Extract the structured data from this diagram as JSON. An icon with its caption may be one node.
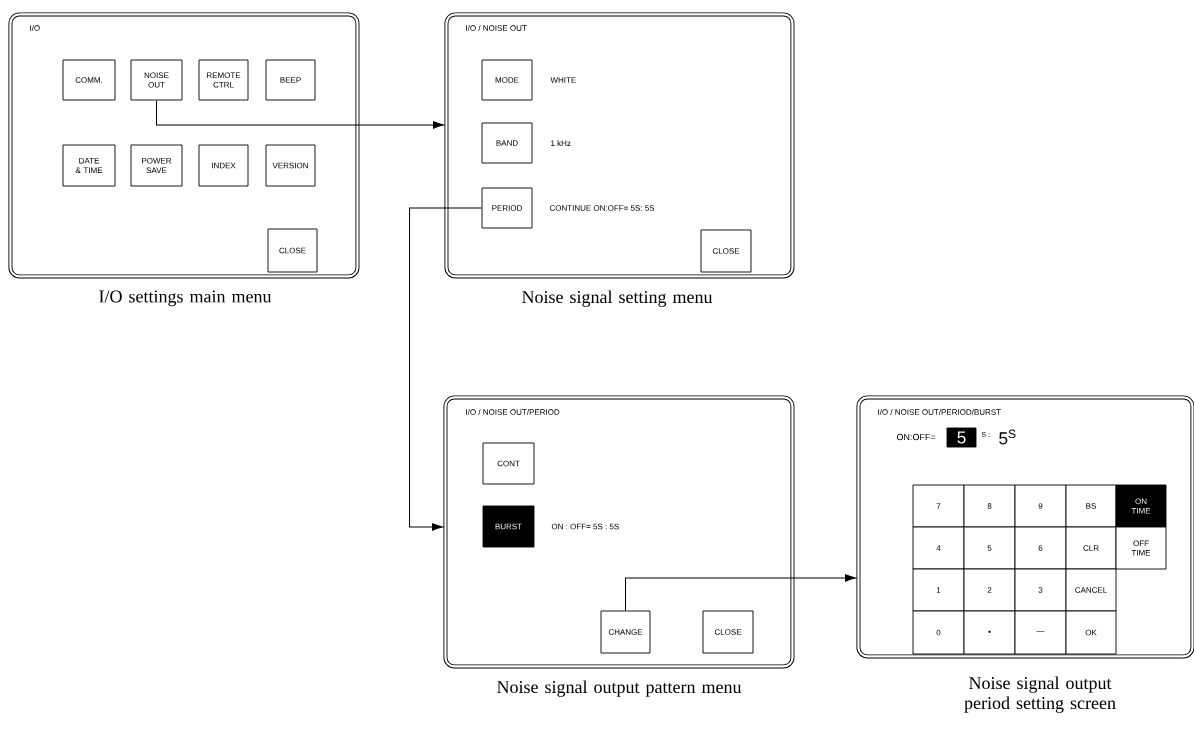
{
  "diagram": {
    "nodes": [
      {
        "text": [
          "I/O"
        ],
        "beside": [
          "I/O settings main menu"
        ]
      },
      {
        "text": [
          "COMM."
        ],
        "in": 0
      },
      {
        "text": [
          "NOISE OUT"
        ],
        "in": 0
      },
      {
        "text": [
          "REMOTE CTRL"
        ],
        "in": 0
      },
      {
        "text": [
          "BEEP"
        ],
        "in": 0
      },
      {
        "text": [
          "DATE & TIME"
        ],
        "in": 0
      },
      {
        "text": [
          "POWER SAVE"
        ],
        "in": 0
      },
      {
        "text": [
          "INDEX"
        ],
        "in": 0
      },
      {
        "text": [
          "VERSION"
        ],
        "in": 0
      },
      {
        "text": [
          "CLOSE"
        ],
        "in": 0
      },
      {
        "text": [
          "I/O / NOISE OUT"
        ],
        "beside": [
          "Noise signal setting menu"
        ]
      },
      {
        "text": [
          "MODE"
        ],
        "in": 10,
        "beside": [
          "WHITE"
        ]
      },
      {
        "text": [
          "BAND"
        ],
        "in": 10,
        "beside": [
          "1 kHz"
        ]
      },
      {
        "text": [
          "PERIOD"
        ],
        "in": 10,
        "beside": [
          "CONTINUE  ON:OFF= 5S: 5S"
        ]
      },
      {
        "text": [
          "CLOSE"
        ],
        "in": 10
      },
      {
        "text": [
          "I/O / NOISE OUT/PERIOD"
        ],
        "beside": [
          "Noise signal output pattern menu"
        ]
      },
      {
        "text": [
          "CONT"
        ],
        "in": 15
      },
      {
        "text": [
          "BURST"
        ],
        "in": 15,
        "beside": [
          "ON : OFF= 5S : 5S"
        ]
      },
      {
        "text": [
          "CHANGE"
        ],
        "in": 15
      },
      {
        "text": [
          "CLOSE"
        ],
        "in": 15
      },
      {
        "text": [
          "I/O / NOISE OUT/PERIOD/BURST"
        ],
        "beside": [
          "Noise signal output period setting screen"
        ]
      },
      {
        "text": [
          "5"
        ],
        "in": 20,
        "beside": [
          "S :"
        ]
      },
      {
        "text": [
          "7"
        ],
        "in": 20
      },
      {
        "text": [
          "8"
        ],
        "in": 20
      },
      {
        "text": [
          "9"
        ],
        "in": 20
      },
      {
        "text": [
          "BS"
        ],
        "in": 20
      },
      {
        "text": [
          "ON TIME"
        ],
        "in": 20
      },
      {
        "text": [
          "4"
        ],
        "in": 20
      },
      {
        "text": [
          "5"
        ],
        "in": 20
      },
      {
        "text": [
          "6"
        ],
        "in": 20
      },
      {
        "text": [
          "CLR"
        ],
        "in": 20
      },
      {
        "text": [
          "OFF TIME"
        ],
        "in": 20
      },
      {
        "text": [
          "1"
        ],
        "in": 20
      },
      {
        "text": [
          "2"
        ],
        "in": 20
      },
      {
        "text": [
          "3"
        ],
        "in": 20
      },
      {
        "text": [
          "CANCEL"
        ],
        "in": 20
      },
      {
        "text": [
          "0"
        ],
        "in": 20
      },
      {
        "text": [
          "▪"
        ],
        "in": 20
      },
      {
        "text": [
          "—"
        ],
        "in": 20
      },
      {
        "text": [
          "OK"
        ],
        "in": 20
      }
    ],
    "edges": [
      {
        "from": 2,
        "to": 10,
        "arrow": "to"
      },
      {
        "from": 13,
        "to": 15,
        "arrow": "to"
      },
      {
        "from": 18,
        "to": 20,
        "arrow": "to"
      }
    ],
    "labels": [
      "ON:OFF=",
      "5$^{S}$"
    ]
  }
}
